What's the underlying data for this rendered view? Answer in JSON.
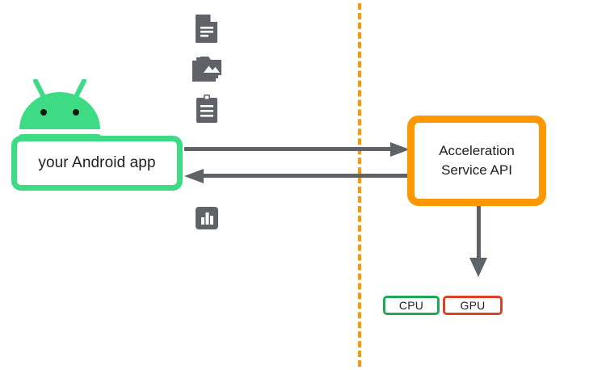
{
  "diagram": {
    "title": "TensorFlow Lite Acceleration Service architecture",
    "colors": {
      "android_green": "#3DDC84",
      "service_orange": "#FF9800",
      "cpu_green": "#1FA855",
      "gpu_red": "#DC4125",
      "arrow_gray": "#5F6368",
      "icon_gray": "#5F6368",
      "background": "#ffffff",
      "text": "#202124"
    },
    "boundary": {
      "name": "process-boundary",
      "style": "dashed-vertical",
      "color": "#FF9800"
    },
    "client": {
      "logo_label": "android-robot-logo",
      "app_box_label": "your Android app"
    },
    "data_icons": [
      {
        "name": "document-icon",
        "label": "document"
      },
      {
        "name": "image-stack-icon",
        "label": "images"
      },
      {
        "name": "clipboard-icon",
        "label": "clipboard"
      },
      {
        "name": "bar-chart-icon",
        "label": "bar chart"
      }
    ],
    "service": {
      "box_title_line1": "Acceleration",
      "box_title_line2": "Service API"
    },
    "arrows": [
      {
        "name": "request-arrow",
        "direction": "right",
        "from": "your Android app",
        "to": "Acceleration Service API"
      },
      {
        "name": "response-arrow",
        "direction": "left",
        "from": "Acceleration Service API",
        "to": "your Android app"
      },
      {
        "name": "delegate-arrow",
        "direction": "down",
        "from": "Acceleration Service API",
        "to": "accelerators"
      }
    ],
    "accelerators": [
      {
        "name": "cpu-chip",
        "label": "CPU",
        "border_color": "#1FA855"
      },
      {
        "name": "gpu-chip",
        "label": "GPU",
        "border_color": "#DC4125"
      }
    ]
  }
}
